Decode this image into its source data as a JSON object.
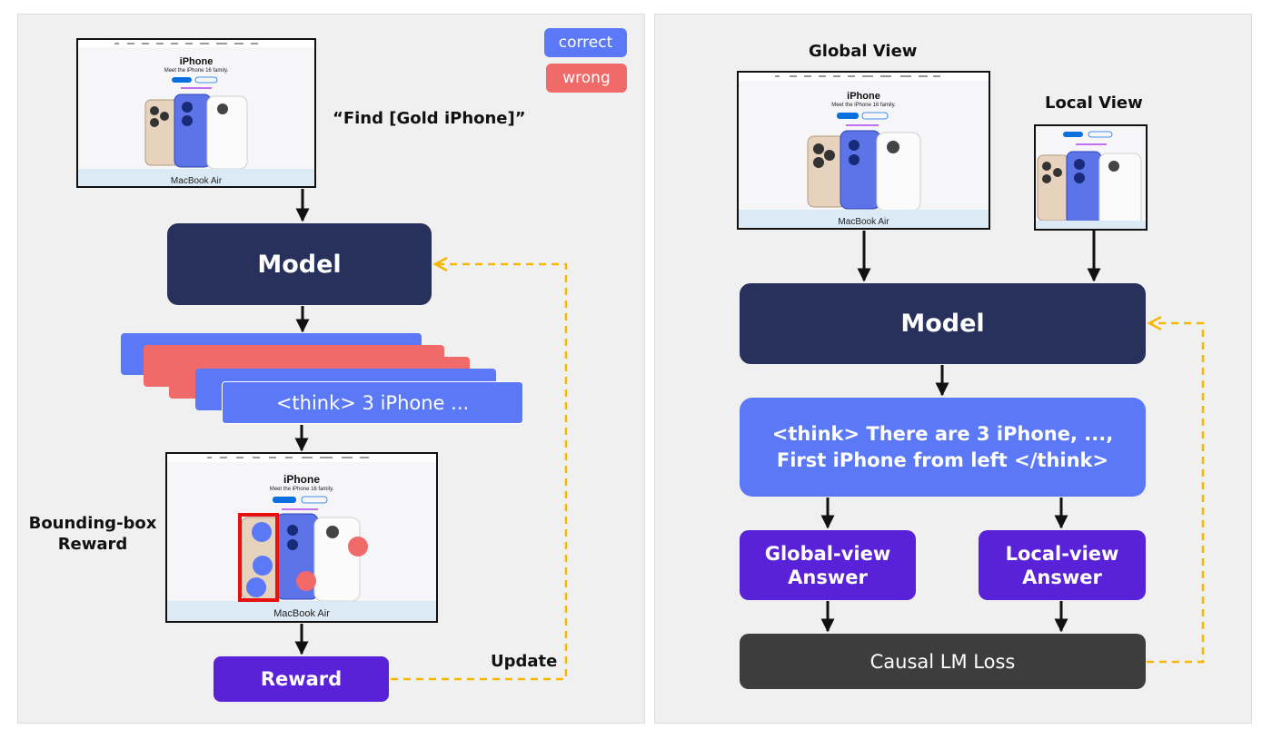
{
  "colors": {
    "model": "#27315c",
    "correct": "#5b79f7",
    "wrong": "#f06a6a",
    "answer": "#5a22d8",
    "loss": "#3d3d3d",
    "update_arrow": "#f5b800",
    "highlight": "#e81010"
  },
  "left": {
    "legend": {
      "correct": "correct",
      "wrong": "wrong"
    },
    "query": "“Find [Gold iPhone]”",
    "screenshot_top": {
      "title": "iPhone",
      "subtitle": "Meet the iPhone 16 family.",
      "banner": "MacBook Air"
    },
    "model_label": "Model",
    "rollout_label": "<think> 3 iPhone ...",
    "screenshot_bottom": {
      "title": "iPhone",
      "subtitle": "Meet the iPhone 16 family.",
      "banner": "MacBook Air"
    },
    "bbox_reward_label_1": "Bounding-box",
    "bbox_reward_label_2": "Reward",
    "reward_label": "Reward",
    "update_label": "Update"
  },
  "right": {
    "global_view_label": "Global View",
    "local_view_label": "Local View",
    "screenshot_global": {
      "title": "iPhone",
      "subtitle": "Meet the iPhone 16 family.",
      "banner": "MacBook Air"
    },
    "model_label": "Model",
    "think_line1": "<think> There are 3 iPhone, ...,",
    "think_line2": "First iPhone from left </think>",
    "global_answer_line1": "Global-view",
    "global_answer_line2": "Answer",
    "local_answer_line1": "Local-view",
    "local_answer_line2": "Answer",
    "loss_label": "Causal LM Loss"
  }
}
